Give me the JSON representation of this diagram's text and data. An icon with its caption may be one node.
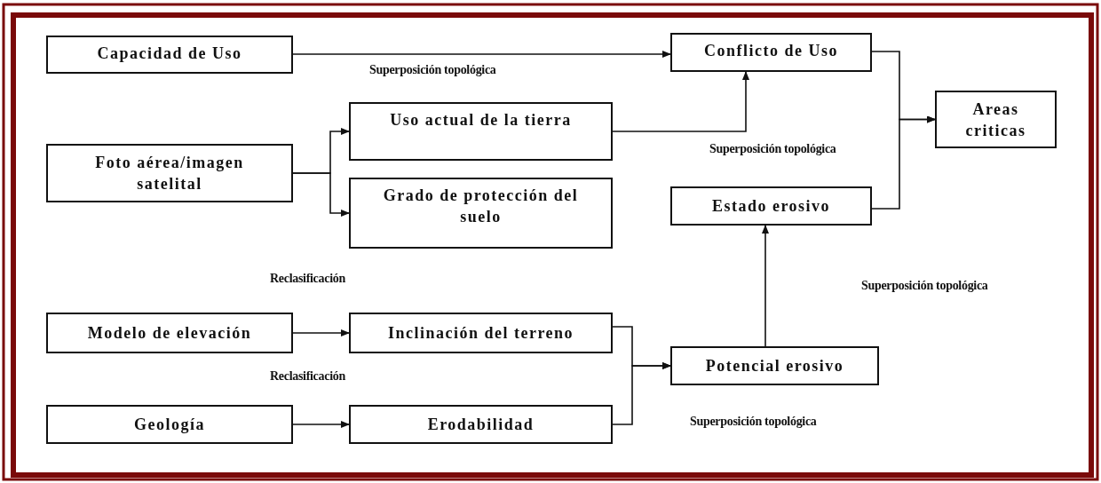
{
  "diagram": {
    "nodes": [
      {
        "text": [
          "Capacidad de Uso"
        ]
      },
      {
        "text": [
          "Conflicto de Uso"
        ]
      },
      {
        "text": [
          "Foto aérea/imagen satelital"
        ]
      },
      {
        "text": [
          "Uso actual de la tierra"
        ]
      },
      {
        "text": [
          "Grado de protección del suelo"
        ]
      },
      {
        "text": [
          "Areas criticas"
        ]
      },
      {
        "text": [
          "Estado erosivo"
        ]
      },
      {
        "text": [
          "Modelo de elevación"
        ]
      },
      {
        "text": [
          "Inclinación del terreno"
        ]
      },
      {
        "text": [
          "Potencial erosivo"
        ]
      },
      {
        "text": [
          "Geología"
        ]
      },
      {
        "text": [
          "Erodabilidad"
        ]
      }
    ],
    "edges": [
      {
        "from": 0,
        "to": 1,
        "arrow": "to"
      },
      {
        "from": 2,
        "to": 3,
        "arrow": "to"
      },
      {
        "from": 2,
        "to": 4,
        "arrow": "to"
      },
      {
        "from": 3,
        "to": 1,
        "arrow": "to"
      },
      {
        "from": 1,
        "to": 5,
        "arrow": "to"
      },
      {
        "from": 6,
        "to": 5,
        "arrow": "to"
      },
      {
        "from": 7,
        "to": 8,
        "arrow": "to"
      },
      {
        "from": 10,
        "to": 11,
        "arrow": "to"
      },
      {
        "from": 8,
        "to": 9,
        "arrow": "to"
      },
      {
        "from": 11,
        "to": 9,
        "arrow": "to"
      },
      {
        "from": 9,
        "to": 6,
        "arrow": "to"
      }
    ],
    "labels": [
      "Superposición topológica",
      "Superposición topológica",
      "Reclasificación",
      "Superposición topológica",
      "Reclasificación",
      "Superposición topológica"
    ]
  }
}
